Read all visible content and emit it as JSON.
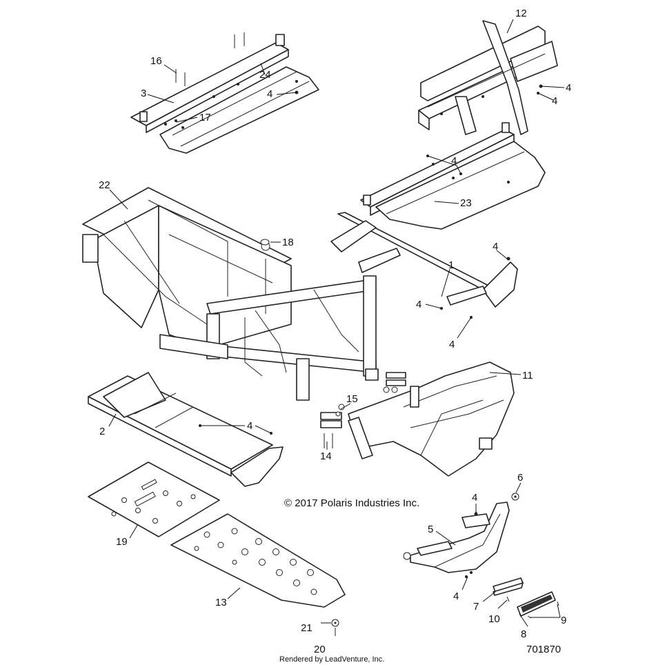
{
  "diagram": {
    "copyright": "© 2017 Polaris Industries Inc.",
    "rendered_by": "Rendered by LeadVenture, Inc.",
    "document_number": "701870",
    "callouts": [
      {
        "id": "c-12",
        "label": "12"
      },
      {
        "id": "c-16",
        "label": "16"
      },
      {
        "id": "c-24",
        "label": "24"
      },
      {
        "id": "c-3",
        "label": "3"
      },
      {
        "id": "c-4a",
        "label": "4"
      },
      {
        "id": "c-17",
        "label": "17"
      },
      {
        "id": "c-4b",
        "label": "4"
      },
      {
        "id": "c-4c",
        "label": "4"
      },
      {
        "id": "c-4d",
        "label": "4"
      },
      {
        "id": "c-22",
        "label": "22"
      },
      {
        "id": "c-23",
        "label": "23"
      },
      {
        "id": "c-18",
        "label": "18"
      },
      {
        "id": "c-4e",
        "label": "4"
      },
      {
        "id": "c-1",
        "label": "1"
      },
      {
        "id": "c-4f",
        "label": "4"
      },
      {
        "id": "c-4g",
        "label": "4"
      },
      {
        "id": "c-11",
        "label": "11"
      },
      {
        "id": "c-15",
        "label": "15"
      },
      {
        "id": "c-2",
        "label": "2"
      },
      {
        "id": "c-4h",
        "label": "4"
      },
      {
        "id": "c-14",
        "label": "14"
      },
      {
        "id": "c-6",
        "label": "6"
      },
      {
        "id": "c-4i",
        "label": "4"
      },
      {
        "id": "c-5",
        "label": "5"
      },
      {
        "id": "c-19",
        "label": "19"
      },
      {
        "id": "c-13",
        "label": "13"
      },
      {
        "id": "c-4j",
        "label": "4"
      },
      {
        "id": "c-7",
        "label": "7"
      },
      {
        "id": "c-10",
        "label": "10"
      },
      {
        "id": "c-9",
        "label": "9"
      },
      {
        "id": "c-8",
        "label": "8"
      },
      {
        "id": "c-21",
        "label": "21"
      },
      {
        "id": "c-20",
        "label": "20"
      }
    ]
  }
}
